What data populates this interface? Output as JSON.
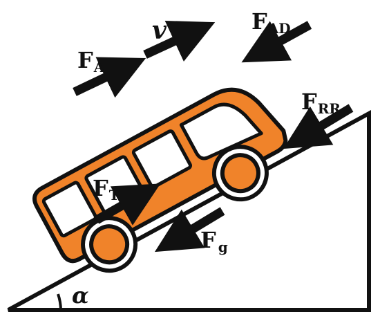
{
  "colors": {
    "bus_body": "#F0832A",
    "outline": "#111111",
    "window": "#FFFFFF",
    "background": "#FFFFFF"
  },
  "icons": {
    "vehicle": "bus-icon",
    "force_arrow": "arrow-icon"
  },
  "labels": {
    "velocity": "v",
    "angle": "α",
    "forces": {
      "acceleration": {
        "main": "F",
        "sub": "A"
      },
      "air_drag": {
        "main": "F",
        "sub": "AD"
      },
      "rolling_resistance": {
        "main": "F",
        "sub": "RR"
      },
      "traction": {
        "main": "F",
        "sub": "T"
      },
      "gravity": {
        "main": "F",
        "sub": "g"
      }
    }
  }
}
